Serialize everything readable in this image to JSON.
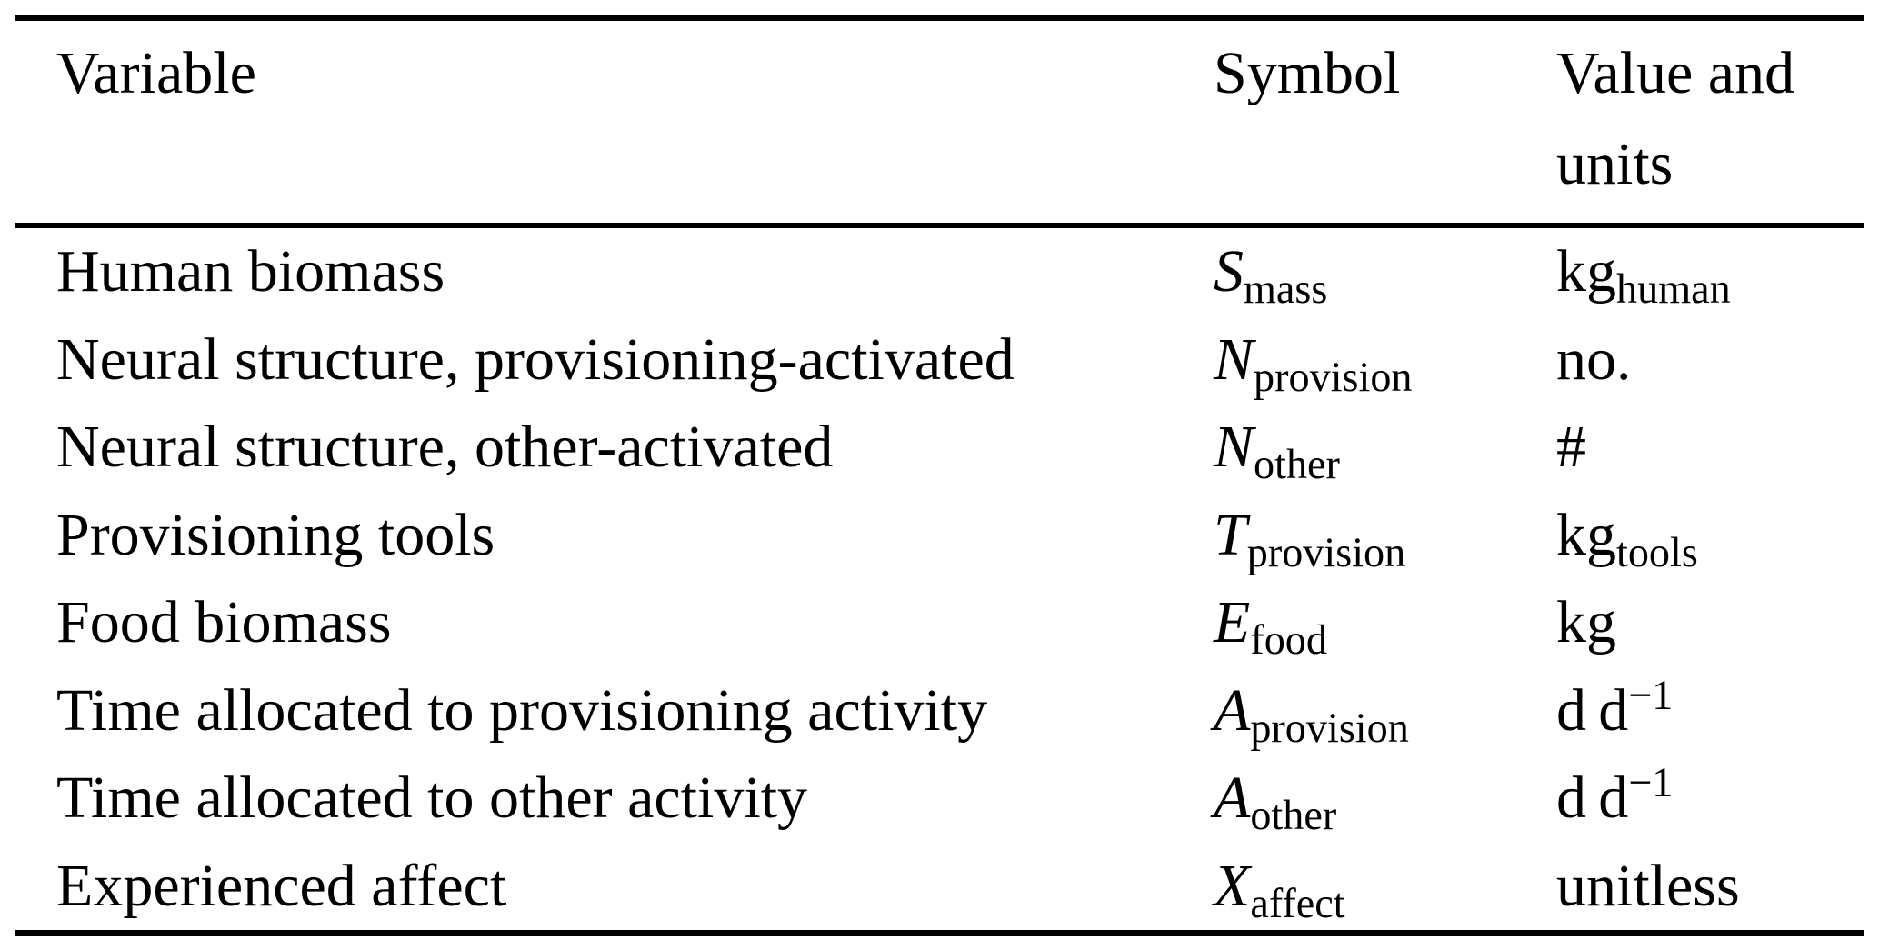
{
  "table": {
    "columns": [
      {
        "label": "Variable"
      },
      {
        "label": "Symbol"
      },
      {
        "label": "Value and units"
      }
    ],
    "rows": [
      {
        "variable": "Human biomass",
        "symbol": {
          "base": "S",
          "sub": "mass"
        },
        "unit": {
          "base": "kg",
          "sub": "human",
          "sup": ""
        }
      },
      {
        "variable": "Neural structure, provisioning-activated",
        "symbol": {
          "base": "N",
          "sub": "provision"
        },
        "unit": {
          "base": "no.",
          "sub": "",
          "sup": ""
        }
      },
      {
        "variable": "Neural structure, other-activated",
        "symbol": {
          "base": "N",
          "sub": "other"
        },
        "unit": {
          "base": "#",
          "sub": "",
          "sup": ""
        }
      },
      {
        "variable": "Provisioning tools",
        "symbol": {
          "base": "T",
          "sub": "provision"
        },
        "unit": {
          "base": "kg",
          "sub": "tools",
          "sup": ""
        }
      },
      {
        "variable": "Food biomass",
        "symbol": {
          "base": "E",
          "sub": "food"
        },
        "unit": {
          "base": "kg",
          "sub": "",
          "sup": ""
        }
      },
      {
        "variable": "Time allocated to provisioning activity",
        "symbol": {
          "base": "A",
          "sub": "provision"
        },
        "unit": {
          "base": "d d",
          "sub": "",
          "sup": "−1"
        }
      },
      {
        "variable": "Time allocated to other activity",
        "symbol": {
          "base": "A",
          "sub": "other"
        },
        "unit": {
          "base": "d d",
          "sub": "",
          "sup": "−1"
        }
      },
      {
        "variable": "Experienced affect",
        "symbol": {
          "base": "X",
          "sub": "affect"
        },
        "unit": {
          "base": "unitless",
          "sub": "",
          "sup": ""
        }
      }
    ]
  }
}
